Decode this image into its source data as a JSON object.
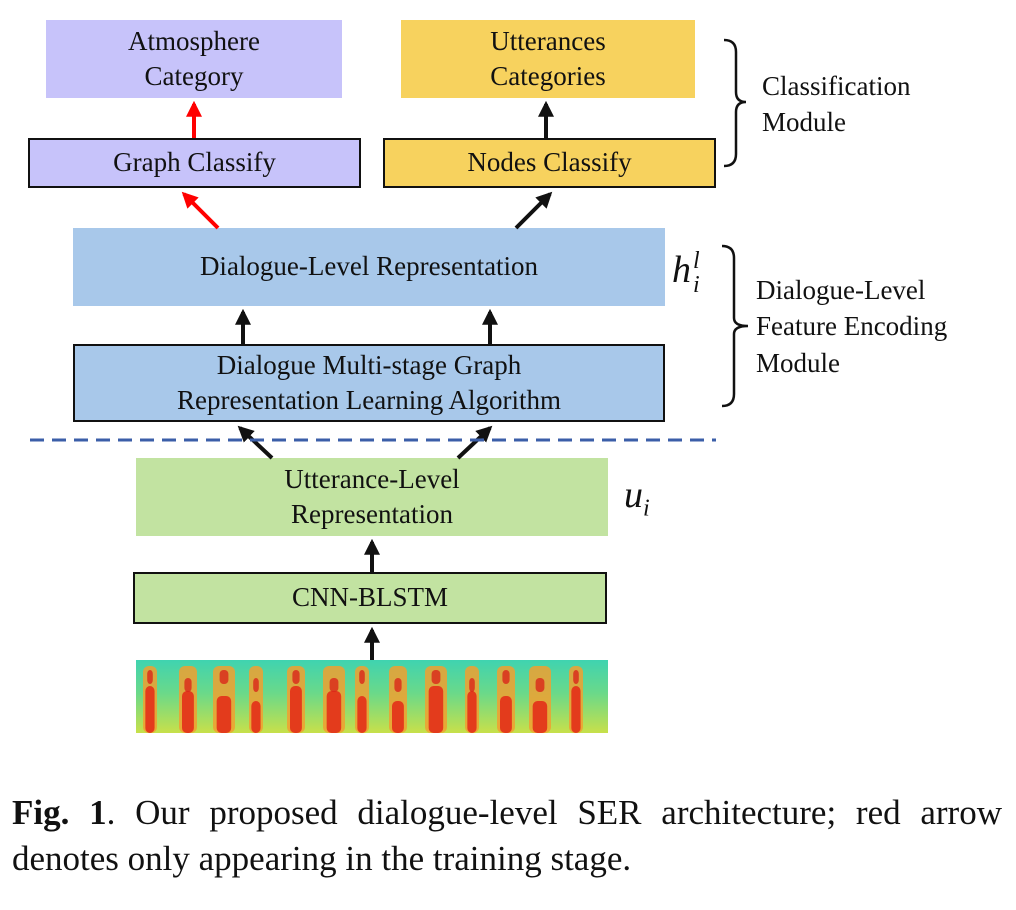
{
  "boxes": {
    "atmosphere_category": "Atmosphere\nCategory",
    "graph_classify": "Graph Classify",
    "utterances_categories": "Utterances\nCategories",
    "nodes_classify": "Nodes Classify",
    "dialogue_level_representation": "Dialogue-Level Representation",
    "dialogue_graph_algorithm": "Dialogue Multi-stage Graph\nRepresentation Learning Algorithm",
    "utterance_level_representation": "Utterance-Level\nRepresentation",
    "cnn_blstm": "CNN-BLSTM"
  },
  "symbols": {
    "h_base": "h",
    "h_sup": "l",
    "h_sub": "i",
    "u_base": "u",
    "u_sub": "i"
  },
  "modules": {
    "classification": "Classification\nModule",
    "feature_encoding": "Dialogue-Level\nFeature Encoding\nModule"
  },
  "caption": {
    "label": "Fig. 1",
    "text": ".  Our proposed dialogue-level SER architecture; red arrow denotes only appearing in the training stage."
  },
  "colors": {
    "lavender": "#c7c3fa",
    "yellow": "#f7d25e",
    "blue": "#a8c8ea",
    "green": "#c2e3a1",
    "red_arrow": "#ff0000",
    "dashed_line": "#3b5ea8"
  }
}
